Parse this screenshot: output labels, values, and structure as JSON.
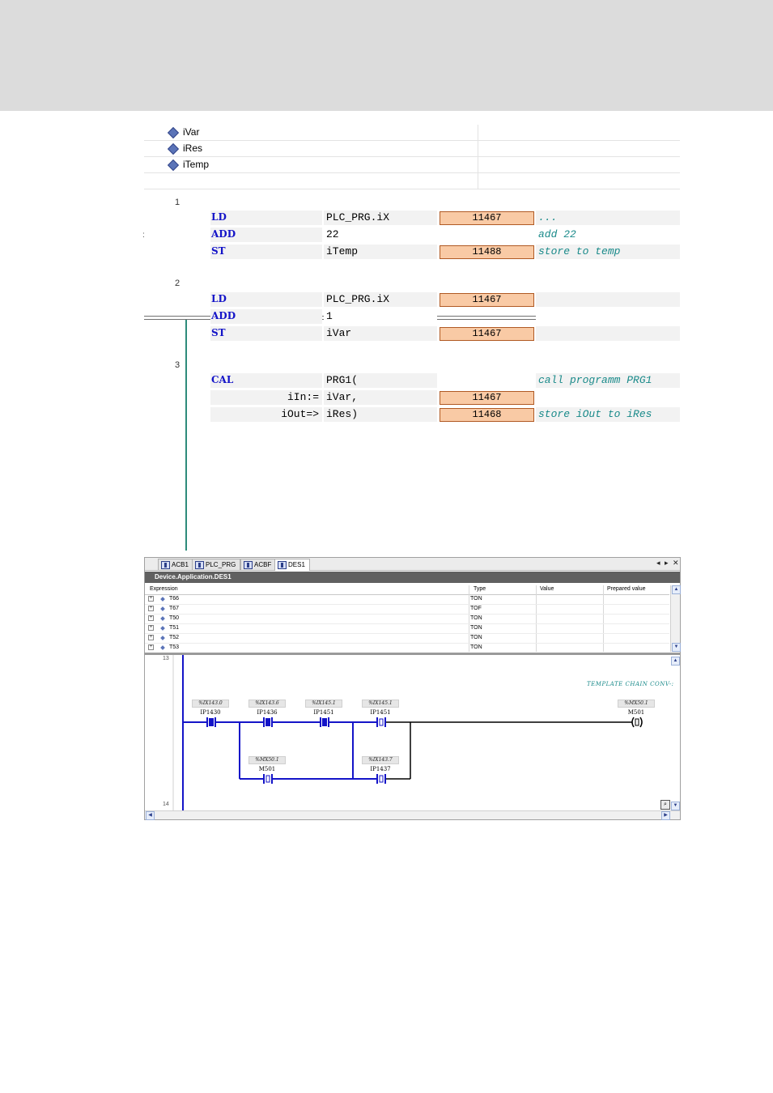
{
  "il_editor": {
    "declarations": [
      {
        "name": "iVar"
      },
      {
        "name": "iRes"
      },
      {
        "name": "iTemp"
      }
    ],
    "side_mark": ":",
    "networks": [
      {
        "number": "1",
        "rows": [
          {
            "op": "LD",
            "param": "",
            "operand": "PLC_PRG.iX",
            "monitor": "11467",
            "comment": "..."
          },
          {
            "op": "ADD",
            "param": "",
            "operand": "22",
            "monitor": "",
            "comment": "add 22"
          },
          {
            "op": "ST",
            "param": "",
            "operand": "iTemp",
            "monitor": "11488",
            "comment": "store to temp"
          }
        ]
      },
      {
        "number": "2",
        "rows": [
          {
            "op": "LD",
            "param": "",
            "operand": "PLC_PRG.iX",
            "monitor": "11467",
            "comment": ""
          },
          {
            "op": "ADD",
            "param": "",
            "operand": "1",
            "monitor": "",
            "comment": ""
          },
          {
            "op": "ST",
            "param": "",
            "operand": "iVar",
            "monitor": "11467",
            "comment": ""
          }
        ]
      },
      {
        "number": "3",
        "rows": [
          {
            "op": "CAL",
            "param": "",
            "operand": "PRG1(",
            "monitor": "",
            "comment": "call programm PRG1"
          },
          {
            "op": "",
            "param": "iIn:=",
            "operand": "iVar,",
            "monitor": "11467",
            "comment": ""
          },
          {
            "op": "",
            "param": "iOut=>",
            "operand": "iRes)",
            "monitor": "11468",
            "comment": "store iOut to iRes"
          }
        ]
      }
    ]
  },
  "ladder_window": {
    "tabs": [
      "ACB1",
      "PLC_PRG",
      "ACBF",
      "DES1"
    ],
    "active_tab": "DES1",
    "tab_controls": {
      "left": "◂",
      "right": "▸",
      "close": "✕"
    },
    "title": "Device.Application.DES1",
    "watch": {
      "columns": [
        "Expression",
        "Type",
        "Value",
        "Prepared value"
      ],
      "rows": [
        {
          "name": "T66",
          "type": "TON"
        },
        {
          "name": "T67",
          "type": "TOF"
        },
        {
          "name": "T50",
          "type": "TON"
        },
        {
          "name": "T51",
          "type": "TON"
        },
        {
          "name": "T52",
          "type": "TON"
        },
        {
          "name": "T53",
          "type": "TON"
        }
      ]
    },
    "ladder": {
      "network_numbers": [
        "13",
        "14"
      ],
      "template_comment": "TEMPLATE CHAIN CONV-:",
      "contacts": [
        {
          "var": "%IX143.0",
          "addr": "IP1430"
        },
        {
          "var": "%IX143.6",
          "addr": "IP1436"
        },
        {
          "var": "%IX145.1",
          "addr": "IP1451"
        },
        {
          "var": "%IX145.1",
          "addr": "IP1451"
        },
        {
          "var": "%MX50.1",
          "addr": "M501"
        },
        {
          "var": "%IX143.7",
          "addr": "IP1437"
        }
      ],
      "coil": {
        "var": "%MX50.1",
        "addr": "M501"
      }
    },
    "icons": {
      "zoom": "zoom-icon"
    }
  }
}
